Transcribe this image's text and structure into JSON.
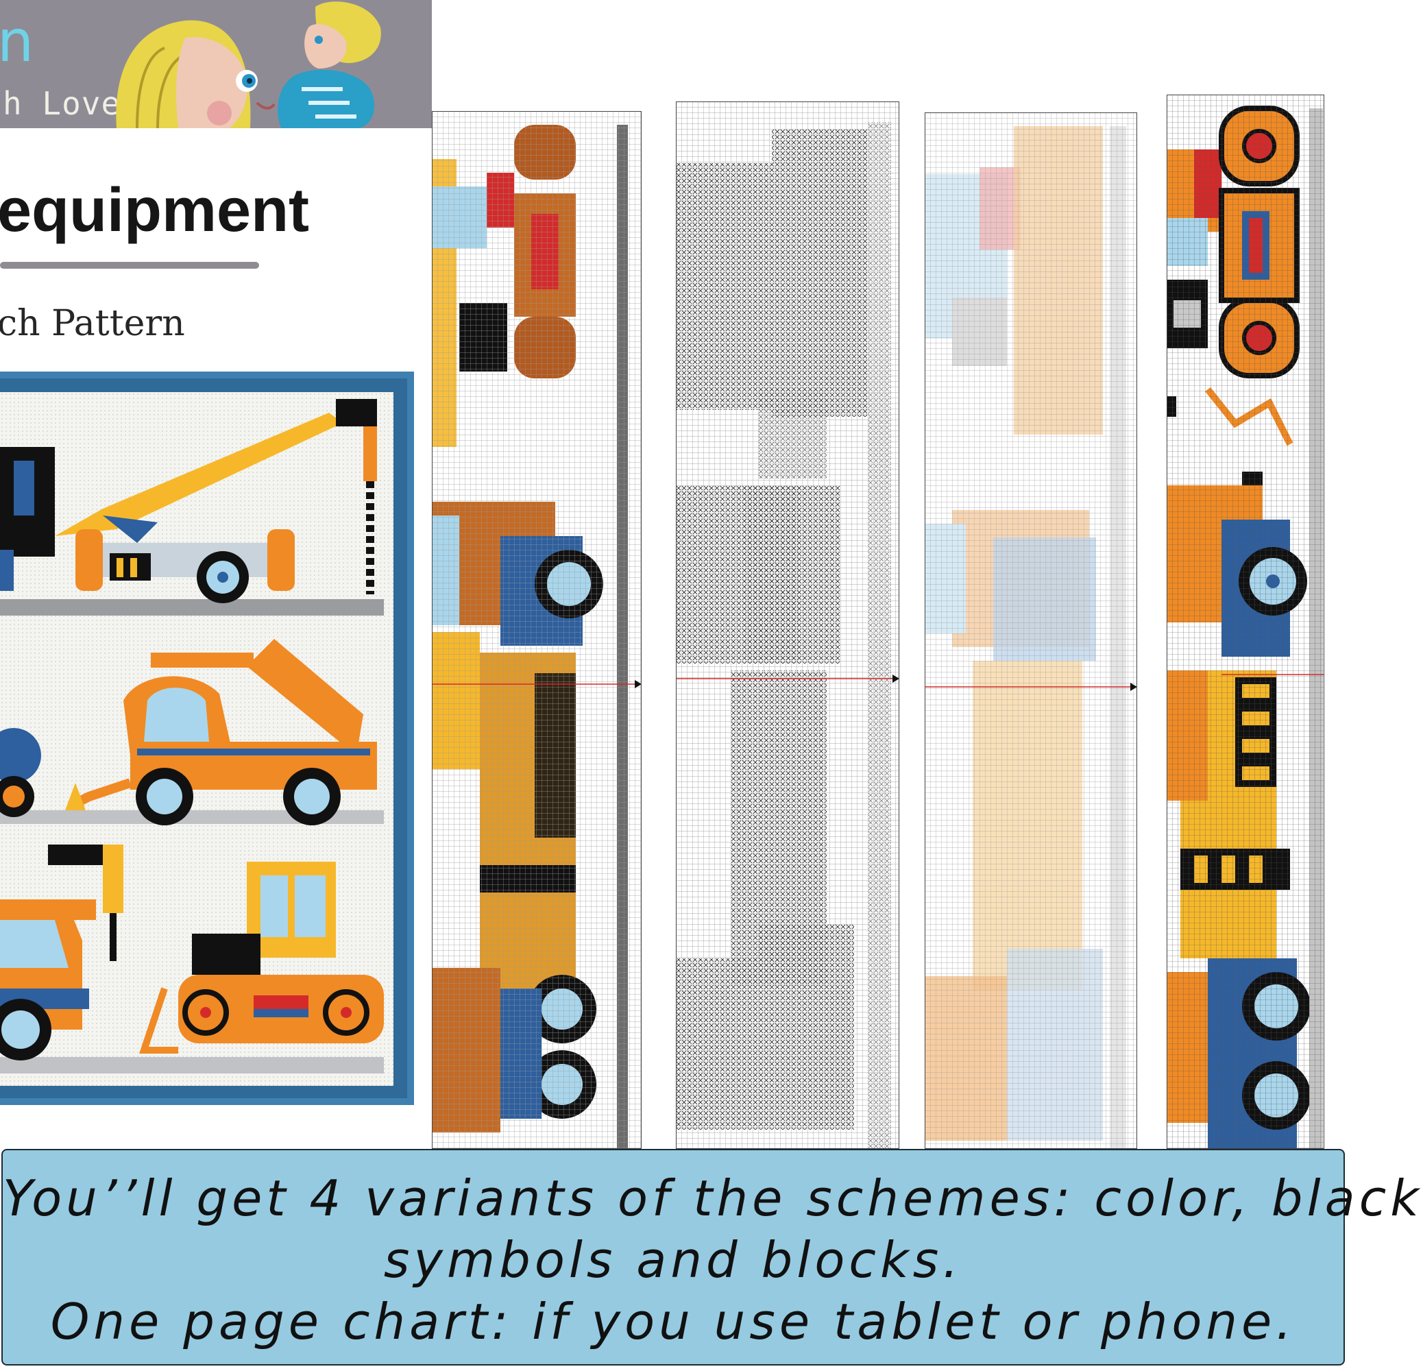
{
  "banner": {
    "title_fragment": "n",
    "tagline_fragment": "h Love"
  },
  "header": {
    "title": "equipment",
    "subtitle": "ch Pattern"
  },
  "preview": {
    "frame_color": "#3f80b0",
    "fabric_color": "#f4f4f0"
  },
  "charts": [
    {
      "variant": "color-symbols"
    },
    {
      "variant": "black-symbols"
    },
    {
      "variant": "light-color-symbols"
    },
    {
      "variant": "blocks"
    }
  ],
  "caption": {
    "line1": "You’’ll get 4 variants of the schemes: color, black",
    "line2": "symbols and blocks.",
    "line3": "One page chart: if you use tablet or phone."
  },
  "colors": {
    "orange": "#f08a24",
    "yellow": "#f6b82a",
    "blue": "#2e5f9e",
    "light_blue": "#a9d6ec",
    "red": "#d42a2a",
    "black": "#111111",
    "caption_bg": "#96cae1"
  }
}
